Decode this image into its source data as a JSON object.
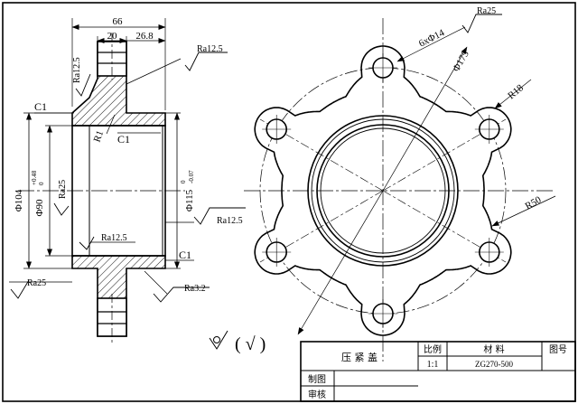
{
  "section_view": {
    "dim_overall_width": "66",
    "dim_flange_thickness": "20",
    "dim_offset": "26.8",
    "dim_outer_dia": "Φ104",
    "dim_bore_dia": "Φ90",
    "dim_bore_tol_upper": "+0.48",
    "dim_bore_tol_lower": "0",
    "dim_spigot_dia": "Φ115",
    "dim_spigot_tol_upper": "0",
    "dim_spigot_tol_lower": "-0.07",
    "chamfer_top": "C1",
    "chamfer_inner": "C1",
    "chamfer_bottom": "C1",
    "fillet": "R1",
    "rough_left_top": "Ra12.5",
    "rough_top": "Ra12.5",
    "rough_bore": "Ra25",
    "rough_spigot": "Ra12.5",
    "rough_inner_bottom": "Ra12.5",
    "rough_left_bottom": "Ra25",
    "rough_bottom_right": "Ra3.2"
  },
  "plan_view": {
    "rough_top_right": "Ra25",
    "holes": "6xΦ14",
    "bolt_circle": "Φ175",
    "lobe_radius": "R18",
    "outer_radius": "R50"
  },
  "general_roughness_paren": "( √ )",
  "title_block": {
    "part_name": "压 紧 盖",
    "scale_label": "比例",
    "scale_value": "1:1",
    "material_label": "材   料",
    "material_value": "ZG270-500",
    "drawing_no_label": "图号",
    "drawn_label": "制图",
    "checked_label": "审核"
  }
}
